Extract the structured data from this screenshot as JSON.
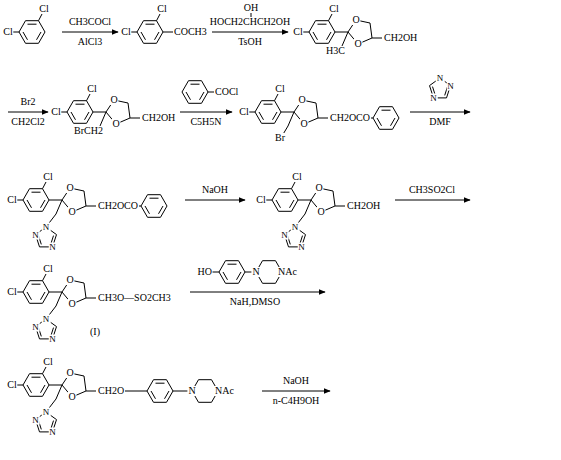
{
  "diagram": {
    "labels": [
      "Cl",
      "Cl",
      "CH3COCl",
      "AlCl3",
      "Cl",
      "Cl",
      "COCH3",
      "OH",
      "HOCH2CHCH2OH",
      "TsOH",
      "Cl",
      "Cl",
      "H3C",
      "O",
      "O",
      "CH2OH",
      "Br2",
      "CH2Cl2",
      "Cl",
      "Cl",
      "BrCH2",
      "O",
      "O",
      "CH2OH",
      "COCl",
      "C5H5N",
      "Cl",
      "Cl",
      "Br",
      "O",
      "O",
      "CH2OCO",
      "N",
      "N",
      "N",
      "DMF",
      "Cl",
      "Cl",
      "O",
      "O",
      "CH2OCO",
      "N",
      "N",
      "N",
      "NaOH",
      "Cl",
      "Cl",
      "O",
      "O",
      "CH2OH",
      "N",
      "N",
      "N",
      "CH3SO2Cl",
      "Cl",
      "Cl",
      "O",
      "O",
      "CH3O—SO2CH3",
      "N",
      "N",
      "N",
      "(I)",
      "HO",
      "N",
      "NAc",
      "NaH,DMSO",
      "Cl",
      "Cl",
      "O",
      "O",
      "CH2O",
      "N",
      "NAc",
      "N",
      "N",
      "N",
      "NaOH",
      "n-C4H9OH"
    ]
  }
}
